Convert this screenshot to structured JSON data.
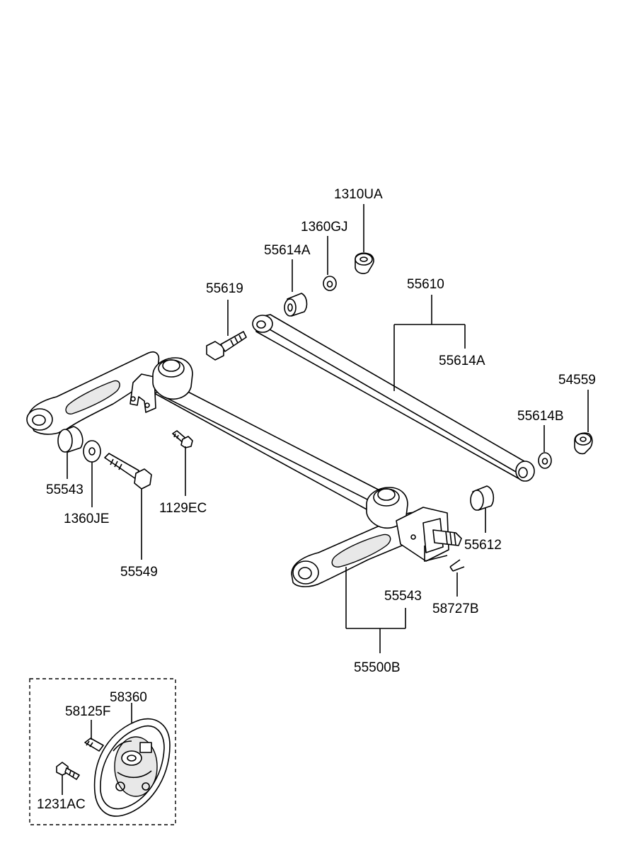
{
  "labels": {
    "p1310UA": "1310UA",
    "p1360GJ": "1360GJ",
    "p55614A_top": "55614A",
    "p55619": "55619",
    "p55610": "55610",
    "p55614A_right": "55614A",
    "p54559": "54559",
    "p55614B": "55614B",
    "p55543_left": "55543",
    "p1360JE": "1360JE",
    "p1129EC": "1129EC",
    "p55612": "55612",
    "p55549": "55549",
    "p55543_right": "55543",
    "p58727B": "58727B",
    "p55500B": "55500B",
    "p58360": "58360",
    "p58125F": "58125F",
    "p1231AC": "1231AC"
  }
}
